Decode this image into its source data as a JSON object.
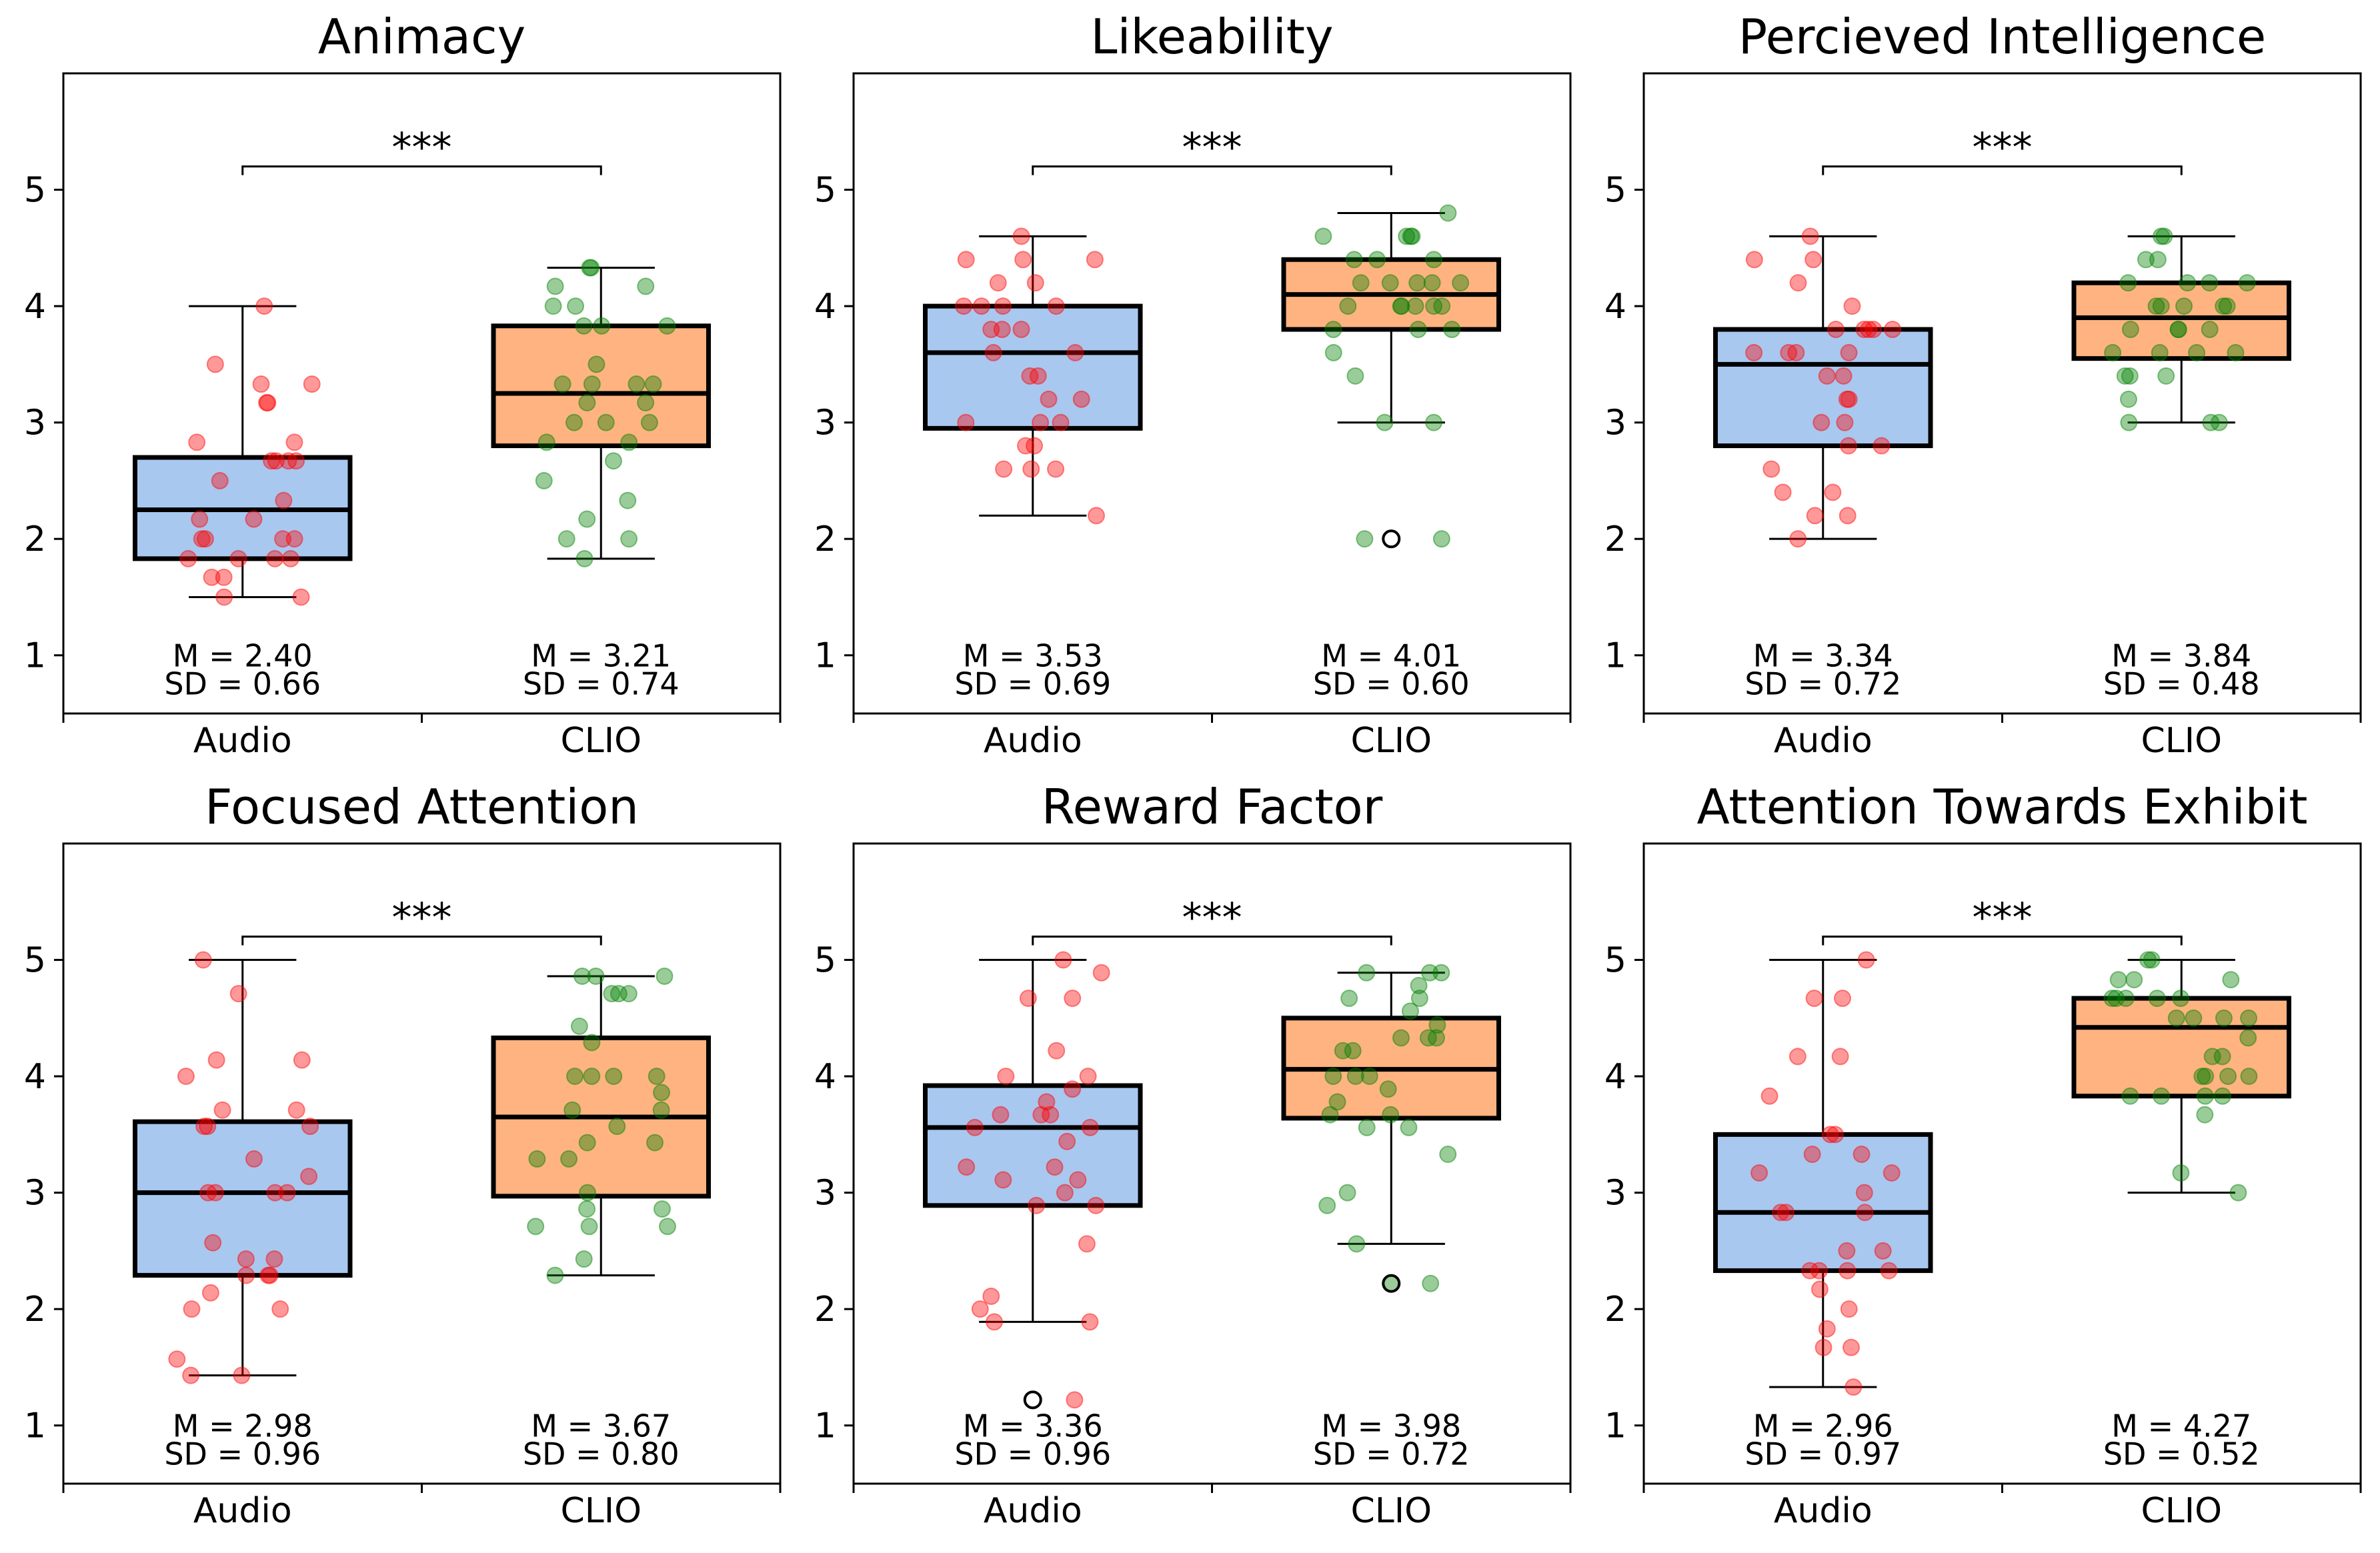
{
  "style": {
    "audio_box_fill": "#a8c8f0",
    "clio_box_fill": "#ffb380",
    "audio_point_color": "#ff0000",
    "clio_point_color": "#008000",
    "point_opacity": 0.4,
    "box_edge": "#000000"
  },
  "chart_data": [
    {
      "type": "box",
      "title": "Animacy",
      "categories": [
        "Audio",
        "CLIO"
      ],
      "ylim": [
        0.5,
        6.0
      ],
      "yticks": [
        "1",
        "2",
        "3",
        "4",
        "5"
      ],
      "significance": "***",
      "groups": [
        {
          "name": "Audio",
          "q1": 1.83,
          "median": 2.25,
          "q3": 2.7,
          "whisker_low": 1.5,
          "whisker_high": 4.0,
          "outliers": [],
          "mean_text": "M = 2.40",
          "sd_text": "SD = 0.66",
          "points": [
            4.0,
            3.5,
            3.33,
            3.33,
            3.17,
            3.17,
            2.83,
            2.67,
            2.67,
            2.67,
            2.67,
            2.5,
            2.33,
            2.17,
            2.17,
            2.0,
            2.0,
            2.0,
            2.0,
            1.83,
            1.83,
            1.83,
            1.83,
            1.67,
            1.67,
            1.5,
            1.5,
            2.83
          ]
        },
        {
          "name": "CLIO",
          "q1": 2.8,
          "median": 3.25,
          "q3": 3.83,
          "whisker_low": 1.83,
          "whisker_high": 4.33,
          "outliers": [],
          "mean_text": "M = 3.21",
          "sd_text": "SD = 0.74",
          "points": [
            4.33,
            4.33,
            4.17,
            4.17,
            4.0,
            4.0,
            3.83,
            3.83,
            3.83,
            3.5,
            3.33,
            3.33,
            3.33,
            3.33,
            3.17,
            3.0,
            3.0,
            3.0,
            2.83,
            2.83,
            2.67,
            2.5,
            2.33,
            2.17,
            2.0,
            2.0,
            1.83,
            3.17
          ]
        }
      ]
    },
    {
      "type": "box",
      "title": "Likeability",
      "categories": [
        "Audio",
        "CLIO"
      ],
      "ylim": [
        0.5,
        6.0
      ],
      "yticks": [
        "1",
        "2",
        "3",
        "4",
        "5"
      ],
      "significance": "***",
      "groups": [
        {
          "name": "Audio",
          "q1": 2.95,
          "median": 3.6,
          "q3": 4.0,
          "whisker_low": 2.2,
          "whisker_high": 4.6,
          "outliers": [],
          "mean_text": "M = 3.53",
          "sd_text": "SD = 0.69",
          "points": [
            4.6,
            4.4,
            4.4,
            4.4,
            4.2,
            4.0,
            4.0,
            4.0,
            4.0,
            3.8,
            3.8,
            3.6,
            3.6,
            3.4,
            3.4,
            3.2,
            3.2,
            3.0,
            3.0,
            3.0,
            2.8,
            2.8,
            2.6,
            2.6,
            2.6,
            2.2,
            3.8,
            4.2
          ]
        },
        {
          "name": "CLIO",
          "q1": 3.8,
          "median": 4.1,
          "q3": 4.4,
          "whisker_low": 3.0,
          "whisker_high": 4.8,
          "outliers": [
            2.0
          ],
          "mean_text": "M = 4.01",
          "sd_text": "SD = 0.60",
          "points": [
            4.8,
            4.6,
            4.6,
            4.6,
            4.6,
            4.4,
            4.4,
            4.2,
            4.2,
            4.2,
            4.2,
            4.2,
            4.0,
            4.0,
            4.0,
            4.0,
            4.0,
            3.8,
            3.8,
            3.8,
            3.6,
            3.4,
            3.0,
            3.0,
            2.0,
            2.0,
            4.4,
            4.0
          ]
        }
      ]
    },
    {
      "type": "box",
      "title": "Percieved Intelligence",
      "categories": [
        "Audio",
        "CLIO"
      ],
      "ylim": [
        0.5,
        6.0
      ],
      "yticks": [
        "1",
        "2",
        "3",
        "4",
        "5"
      ],
      "significance": "***",
      "groups": [
        {
          "name": "Audio",
          "q1": 2.8,
          "median": 3.5,
          "q3": 3.8,
          "whisker_low": 2.0,
          "whisker_high": 4.6,
          "outliers": [],
          "mean_text": "M = 3.34",
          "sd_text": "SD = 0.72",
          "points": [
            4.6,
            4.4,
            4.4,
            4.2,
            4.0,
            3.8,
            3.8,
            3.8,
            3.8,
            3.8,
            3.6,
            3.6,
            3.6,
            3.4,
            3.4,
            3.2,
            3.2,
            3.0,
            3.0,
            2.8,
            2.8,
            2.6,
            2.4,
            2.4,
            2.2,
            2.2,
            2.0,
            3.6
          ]
        },
        {
          "name": "CLIO",
          "q1": 3.55,
          "median": 3.9,
          "q3": 4.2,
          "whisker_low": 3.0,
          "whisker_high": 4.6,
          "outliers": [],
          "mean_text": "M = 3.84",
          "sd_text": "SD = 0.48",
          "points": [
            4.6,
            4.6,
            4.4,
            4.4,
            4.2,
            4.2,
            4.2,
            4.2,
            4.0,
            4.0,
            4.0,
            4.0,
            3.8,
            3.8,
            3.8,
            3.6,
            3.6,
            3.6,
            3.6,
            3.4,
            3.4,
            3.4,
            3.2,
            3.0,
            3.0,
            3.0,
            3.8,
            4.0
          ]
        }
      ]
    },
    {
      "type": "box",
      "title": "Focused Attention",
      "categories": [
        "Audio",
        "CLIO"
      ],
      "ylim": [
        0.5,
        6.0
      ],
      "yticks": [
        "1",
        "2",
        "3",
        "4",
        "5"
      ],
      "significance": "***",
      "groups": [
        {
          "name": "Audio",
          "q1": 2.29,
          "median": 3.0,
          "q3": 3.61,
          "whisker_low": 1.43,
          "whisker_high": 5.0,
          "outliers": [],
          "mean_text": "M = 2.98",
          "sd_text": "SD = 0.96",
          "points": [
            5.0,
            4.71,
            4.14,
            4.14,
            4.0,
            3.71,
            3.71,
            3.57,
            3.57,
            3.57,
            3.29,
            3.14,
            3.0,
            3.0,
            3.0,
            3.0,
            2.57,
            2.43,
            2.43,
            2.29,
            2.29,
            2.29,
            2.14,
            2.0,
            2.0,
            1.57,
            1.43,
            1.43
          ]
        },
        {
          "name": "CLIO",
          "q1": 2.97,
          "median": 3.65,
          "q3": 4.33,
          "whisker_low": 2.29,
          "whisker_high": 4.86,
          "outliers": [],
          "mean_text": "M = 3.67",
          "sd_text": "SD = 0.80",
          "points": [
            4.86,
            4.86,
            4.71,
            4.71,
            4.71,
            4.43,
            4.29,
            4.0,
            4.0,
            4.0,
            3.86,
            3.71,
            3.57,
            3.43,
            3.43,
            3.29,
            3.29,
            3.0,
            2.86,
            2.86,
            2.71,
            2.71,
            2.71,
            2.43,
            2.29,
            4.0,
            3.71,
            4.86
          ]
        }
      ]
    },
    {
      "type": "box",
      "title": "Reward Factor",
      "categories": [
        "Audio",
        "CLIO"
      ],
      "ylim": [
        0.5,
        6.0
      ],
      "yticks": [
        "1",
        "2",
        "3",
        "4",
        "5"
      ],
      "significance": "***",
      "groups": [
        {
          "name": "Audio",
          "q1": 2.89,
          "median": 3.56,
          "q3": 3.92,
          "whisker_low": 1.89,
          "whisker_high": 5.0,
          "outliers": [
            1.22
          ],
          "mean_text": "M = 3.36",
          "sd_text": "SD = 0.96",
          "points": [
            5.0,
            4.89,
            4.67,
            4.67,
            4.22,
            4.0,
            4.0,
            3.89,
            3.78,
            3.67,
            3.67,
            3.56,
            3.56,
            3.44,
            3.22,
            3.22,
            3.11,
            3.11,
            3.0,
            2.89,
            2.89,
            2.56,
            2.11,
            2.0,
            1.89,
            1.89,
            1.22,
            3.67
          ]
        },
        {
          "name": "CLIO",
          "q1": 3.64,
          "median": 4.06,
          "q3": 4.5,
          "whisker_low": 2.56,
          "whisker_high": 4.89,
          "outliers": [
            2.22
          ],
          "mean_text": "M = 3.98",
          "sd_text": "SD = 0.72",
          "points": [
            4.89,
            4.89,
            4.89,
            4.78,
            4.67,
            4.67,
            4.44,
            4.33,
            4.33,
            4.22,
            4.22,
            4.0,
            4.0,
            4.0,
            3.89,
            3.67,
            3.67,
            3.56,
            3.56,
            3.33,
            3.0,
            2.89,
            2.56,
            2.22,
            2.22,
            4.56,
            4.33,
            3.78
          ]
        }
      ]
    },
    {
      "type": "box",
      "title": "Attention Towards Exhibit",
      "categories": [
        "Audio",
        "CLIO"
      ],
      "ylim": [
        0.5,
        6.0
      ],
      "yticks": [
        "1",
        "2",
        "3",
        "4",
        "5"
      ],
      "significance": "***",
      "groups": [
        {
          "name": "Audio",
          "q1": 2.33,
          "median": 2.83,
          "q3": 3.5,
          "whisker_low": 1.33,
          "whisker_high": 5.0,
          "outliers": [],
          "mean_text": "M = 2.96",
          "sd_text": "SD = 0.97",
          "points": [
            5.0,
            4.67,
            4.67,
            4.17,
            4.17,
            3.83,
            3.5,
            3.5,
            3.33,
            3.33,
            3.17,
            3.17,
            3.0,
            2.83,
            2.83,
            2.83,
            2.5,
            2.5,
            2.33,
            2.33,
            2.33,
            2.33,
            2.17,
            2.0,
            1.83,
            1.67,
            1.67,
            1.33
          ]
        },
        {
          "name": "CLIO",
          "q1": 3.83,
          "median": 4.42,
          "q3": 4.67,
          "whisker_low": 3.0,
          "whisker_high": 5.0,
          "outliers": [],
          "mean_text": "M = 4.27",
          "sd_text": "SD = 0.52",
          "points": [
            5.0,
            5.0,
            4.83,
            4.83,
            4.83,
            4.67,
            4.67,
            4.67,
            4.67,
            4.5,
            4.5,
            4.5,
            4.33,
            4.17,
            4.17,
            4.0,
            4.0,
            4.0,
            3.83,
            3.83,
            3.83,
            3.83,
            3.67,
            3.17,
            3.0,
            4.5,
            4.67,
            4.0
          ]
        }
      ]
    }
  ]
}
